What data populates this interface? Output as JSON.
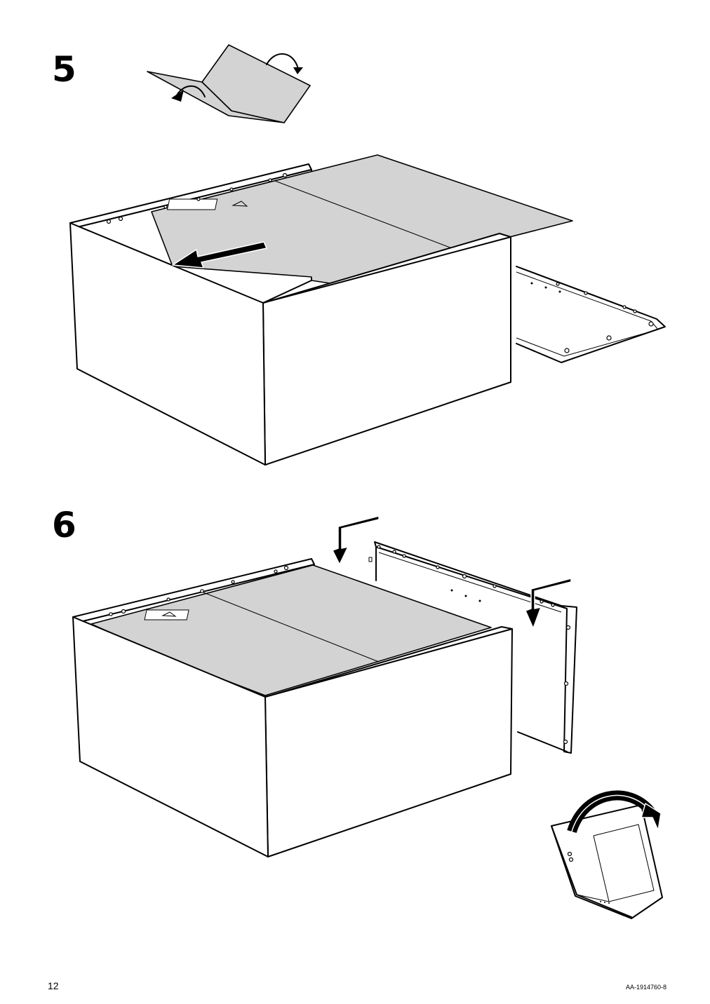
{
  "steps": [
    {
      "number": "5"
    },
    {
      "number": "6"
    }
  ],
  "footer": {
    "page_number": "12",
    "document_code": "AA-1914760-8"
  },
  "icons": {
    "step5": [
      "fold-paper-icon",
      "drawer-box-icon",
      "pull-arrow-icon",
      "bottom-panel-icon"
    ],
    "step6": [
      "down-arrow-icon",
      "back-panel-icon",
      "drawer-box-icon",
      "flip-box-icon"
    ]
  }
}
